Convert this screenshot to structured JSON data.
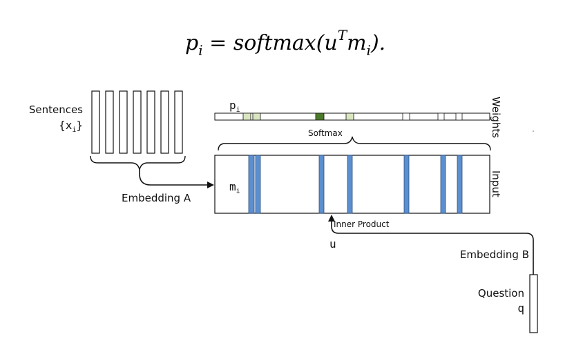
{
  "formula": {
    "lhs": "p",
    "lhs_sub": "i",
    "eq": " = softmax(u",
    "sup": "T",
    "m": "m",
    "m_sub": "i",
    "tail": ")."
  },
  "labels": {
    "sentences": "Sentences",
    "xi_open": "{x",
    "xi_sub": "i",
    "xi_close": "}",
    "embedding_a": "Embedding A",
    "pi": "p",
    "pi_sub": "i",
    "softmax": "Softmax",
    "weights": "Weights",
    "mi": "m",
    "mi_sub": "i",
    "input": "Input",
    "inner_product": "Inner Product",
    "u": "u",
    "embedding_b": "Embedding B",
    "question": "Question",
    "q": "q"
  },
  "colors": {
    "memory_bar": "#5b8fd0",
    "weight_light": "#d9e6c0",
    "weight_dark": "#4c7a2b",
    "stroke": "#111111"
  }
}
